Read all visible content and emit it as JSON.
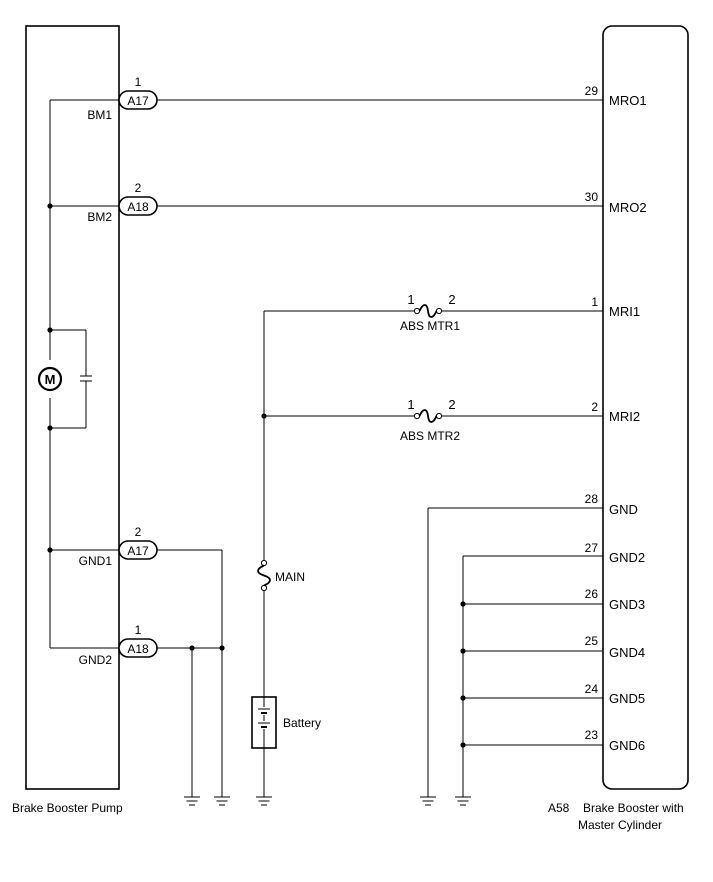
{
  "pump": {
    "label": "Brake Booster Pump",
    "motor_symbol": "M",
    "pins": {
      "bm1": "BM1",
      "bm2": "BM2",
      "gnd1": "GND1",
      "gnd2": "GND2"
    }
  },
  "connectors": [
    {
      "id": "A17",
      "pin": "1"
    },
    {
      "id": "A18",
      "pin": "2"
    },
    {
      "id": "A17",
      "pin": "2"
    },
    {
      "id": "A18",
      "pin": "1"
    }
  ],
  "ecu": {
    "ref": "A58",
    "label_line1": "Brake Booster with",
    "label_line2": "Master Cylinder",
    "terminals": [
      {
        "num": "29",
        "name": "MRO1"
      },
      {
        "num": "30",
        "name": "MRO2"
      },
      {
        "num": "1",
        "name": "MRI1"
      },
      {
        "num": "2",
        "name": "MRI2"
      },
      {
        "num": "28",
        "name": "GND"
      },
      {
        "num": "27",
        "name": "GND2"
      },
      {
        "num": "26",
        "name": "GND3"
      },
      {
        "num": "25",
        "name": "GND4"
      },
      {
        "num": "24",
        "name": "GND5"
      },
      {
        "num": "23",
        "name": "GND6"
      }
    ]
  },
  "fuses": [
    {
      "name": "ABS MTR1",
      "pin_a": "1",
      "pin_b": "2"
    },
    {
      "name": "ABS MTR2",
      "pin_a": "1",
      "pin_b": "2"
    }
  ],
  "main_fuse": "MAIN",
  "battery": "Battery"
}
